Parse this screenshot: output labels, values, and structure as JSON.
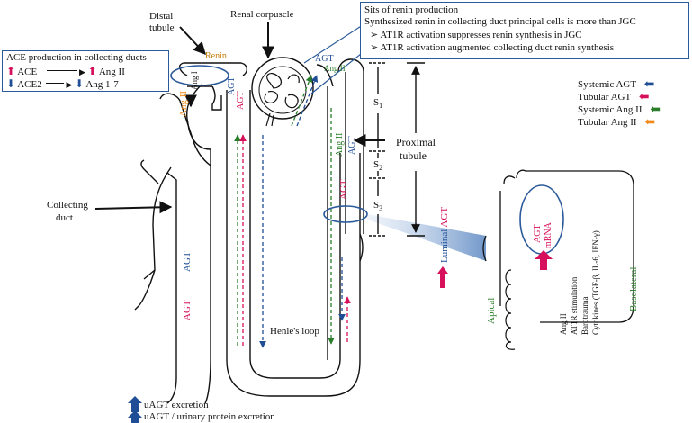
{
  "labels": {
    "distal_tubule": "Distal\ntubule",
    "distal_tubule_l1": "Distal",
    "distal_tubule_l2": "tubule",
    "renal_corpuscle": "Renal corpuscle",
    "collecting_duct_l1": "Collecting",
    "collecting_duct_l2": "duct",
    "proximal_tubule_l1": "Proximal",
    "proximal_tubule_l2": "tubule",
    "henles_loop": "Henle's loop",
    "renin": "Renin",
    "s1": "S",
    "s1_sub": "1",
    "s2": "S",
    "s2_sub": "2",
    "s3": "S",
    "s3_sub": "3",
    "apical": "Apical",
    "basolateral": "Basolateral",
    "luminal_agt": "Luminal AGT",
    "luminal": "Luminal",
    "agt": "AGT",
    "agt_mrna_l1": "AGT",
    "agt_mrna_l2": "mRNA",
    "ang_ii": "Ang II",
    "ang_i": "Ang I",
    "stimuli": [
      "Ang II",
      "AT1R stimulation",
      "Barotrauma",
      "Cytokines (TGF-β, IL-6, IFN-γ)"
    ]
  },
  "ace_box": {
    "title": "ACE production in collecting ducts",
    "row1_left": "ACE",
    "row1_right": "Ang II",
    "row2_left": "ACE2",
    "row2_right": "Ang 1-7"
  },
  "renin_box": {
    "title": "Sits of renin production",
    "line1": "Synthesized renin in collecting duct principal cells is more than JGC",
    "bullet1": "AT1R activation suppresses renin synthesis in JGC",
    "bullet2": "AT1R activation augmented collecting duct renin synthesis",
    "bullet_glyph": "➢"
  },
  "legend": [
    {
      "label": "Systemic AGT",
      "color": "#1f4e96"
    },
    {
      "label": "Tubular AGT",
      "color": "#d6105a"
    },
    {
      "label": "Systemic Ang II",
      "color": "#2a7d2a"
    },
    {
      "label": "Tubular Ang II",
      "color": "#f08a1c"
    }
  ],
  "bottom": {
    "line1": "uAGT excretion",
    "line2": "uAGT / urinary protein excretion"
  },
  "colors": {
    "blue": "#1f4e96",
    "magenta": "#d6105a",
    "green": "#2a7d2a",
    "orange": "#f08a1c",
    "ellipse": "#2a5a9a",
    "renin": "#c77b0a"
  }
}
